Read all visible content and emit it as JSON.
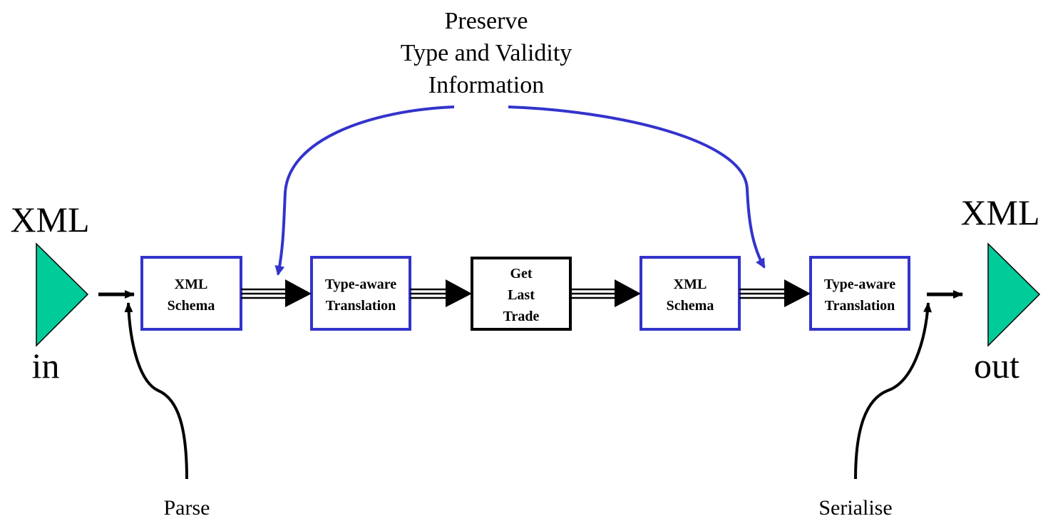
{
  "title_lines": [
    "Preserve",
    "Type and Validity",
    "Information"
  ],
  "input": {
    "label": "XML",
    "sublabel": "in"
  },
  "output": {
    "label": "XML",
    "sublabel": "out"
  },
  "parse_label": "Parse",
  "serialise_label": "Serialise",
  "boxes": [
    {
      "lines": [
        "XML",
        "Schema"
      ],
      "kind": "blue"
    },
    {
      "lines": [
        "Type-aware",
        "Translation"
      ],
      "kind": "blue"
    },
    {
      "lines": [
        "Get",
        "Last",
        "Trade"
      ],
      "kind": "black"
    },
    {
      "lines": [
        "XML",
        "Schema"
      ],
      "kind": "blue"
    },
    {
      "lines": [
        "Type-aware",
        "Translation"
      ],
      "kind": "blue"
    }
  ],
  "colors": {
    "blue": "#3333CC",
    "green": "#00CC99",
    "black": "#000000"
  }
}
